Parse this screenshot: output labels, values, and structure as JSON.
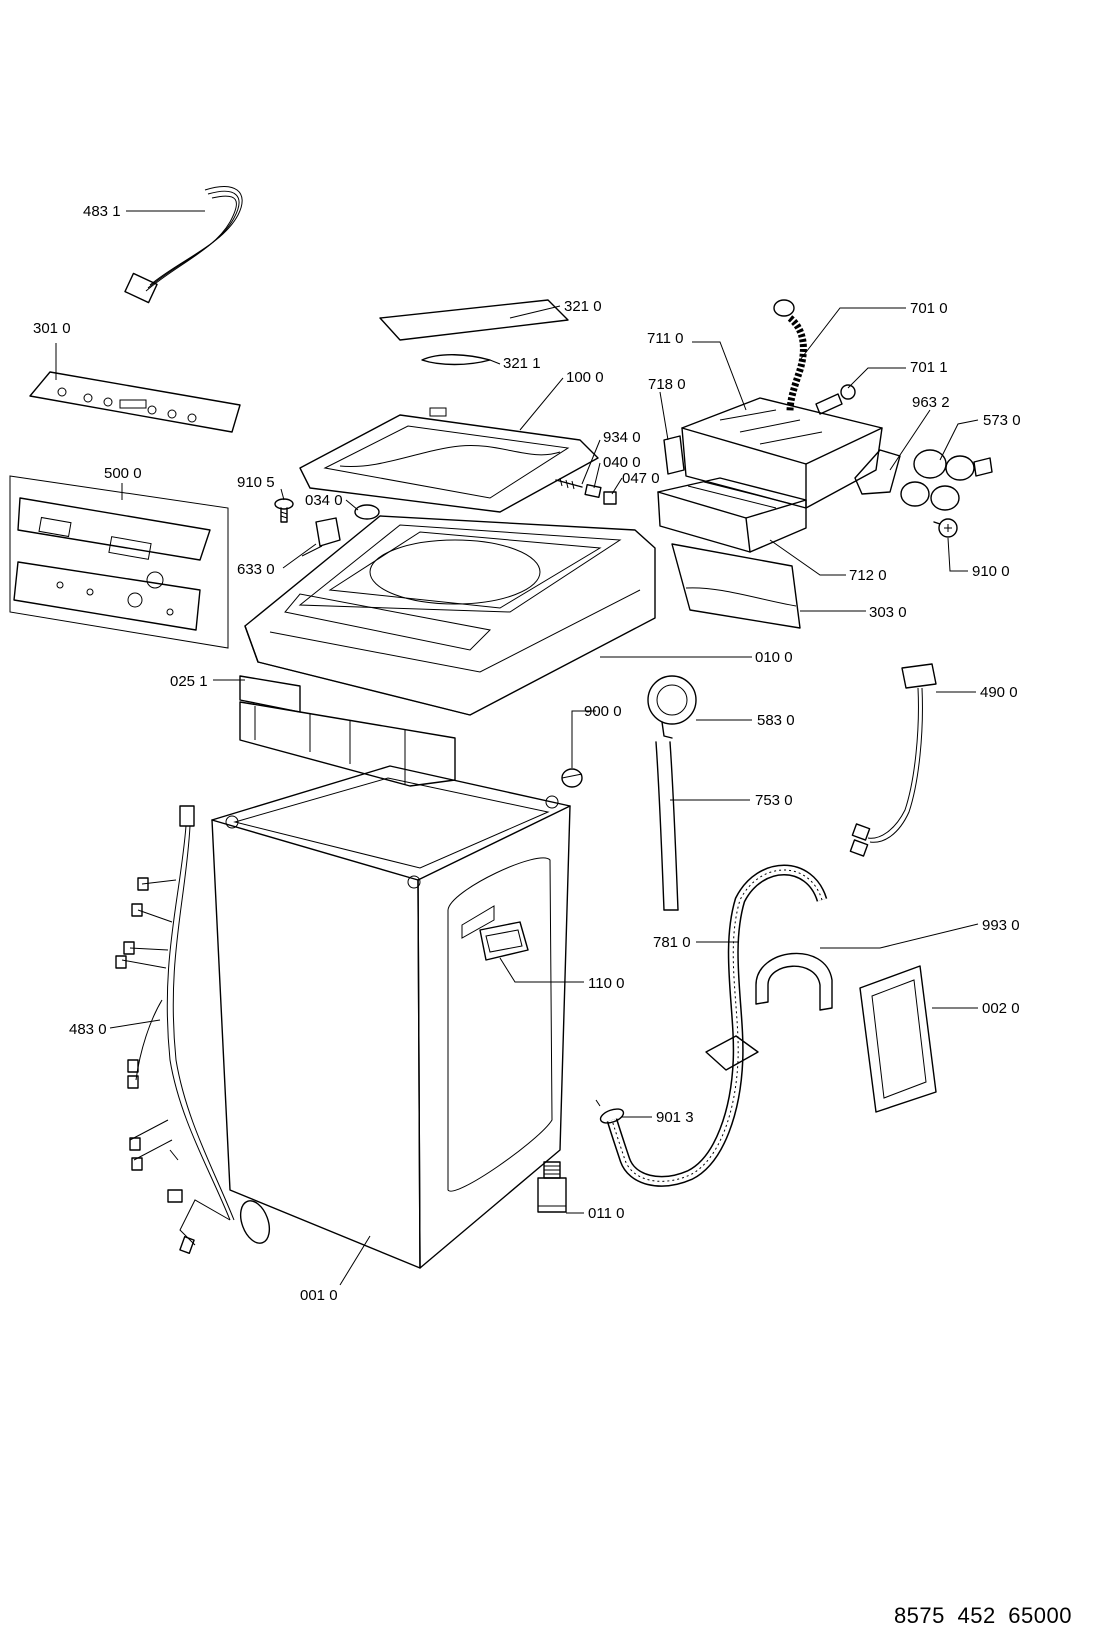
{
  "diagram": {
    "document_code": "8575  452  65000",
    "labels": [
      {
        "id": "wire-483-1",
        "text": "483 1"
      },
      {
        "id": "panel-301-0",
        "text": "301 0"
      },
      {
        "id": "sheet-321-0",
        "text": "321 0"
      },
      {
        "id": "strip-321-1",
        "text": "321 1"
      },
      {
        "id": "lid-100-0",
        "text": "100 0"
      },
      {
        "id": "board-500-0",
        "text": "500 0"
      },
      {
        "id": "screw-910-5",
        "text": "910 5"
      },
      {
        "id": "cap-034-0",
        "text": "034 0"
      },
      {
        "id": "switch-633-0",
        "text": "633 0"
      },
      {
        "id": "pin-934-0",
        "text": "934 0"
      },
      {
        "id": "nut-040-0",
        "text": "040 0"
      },
      {
        "id": "clip-047-0",
        "text": "047 0"
      },
      {
        "id": "hose-701-0",
        "text": "701 0"
      },
      {
        "id": "cover-711-0",
        "text": "711 0"
      },
      {
        "id": "seal-701-1",
        "text": "701 1"
      },
      {
        "id": "bracket-718-0",
        "text": "718 0"
      },
      {
        "id": "valve-bracket-963-2",
        "text": "963 2"
      },
      {
        "id": "valve-573-0",
        "text": "573 0"
      },
      {
        "id": "dispenser-712-0",
        "text": "712 0"
      },
      {
        "id": "screw-910-0",
        "text": "910 0"
      },
      {
        "id": "drawer-303-0",
        "text": "303 0"
      },
      {
        "id": "top-010-0",
        "text": "010 0"
      },
      {
        "id": "duct-025-1",
        "text": "025 1"
      },
      {
        "id": "harness-490-0",
        "text": "490 0"
      },
      {
        "id": "clip-900-0",
        "text": "900 0"
      },
      {
        "id": "pressure-583-0",
        "text": "583 0"
      },
      {
        "id": "tube-753-0",
        "text": "753 0"
      },
      {
        "id": "hose-781-0",
        "text": "781 0"
      },
      {
        "id": "support-993-0",
        "text": "993 0"
      },
      {
        "id": "handle-110-0",
        "text": "110 0"
      },
      {
        "id": "plate-002-0",
        "text": "002 0"
      },
      {
        "id": "harness-483-0",
        "text": "483 0"
      },
      {
        "id": "clamp-901-3",
        "text": "901 3"
      },
      {
        "id": "foot-011-0",
        "text": "011 0"
      },
      {
        "id": "cabinet-001-0",
        "text": "001 0"
      }
    ]
  }
}
